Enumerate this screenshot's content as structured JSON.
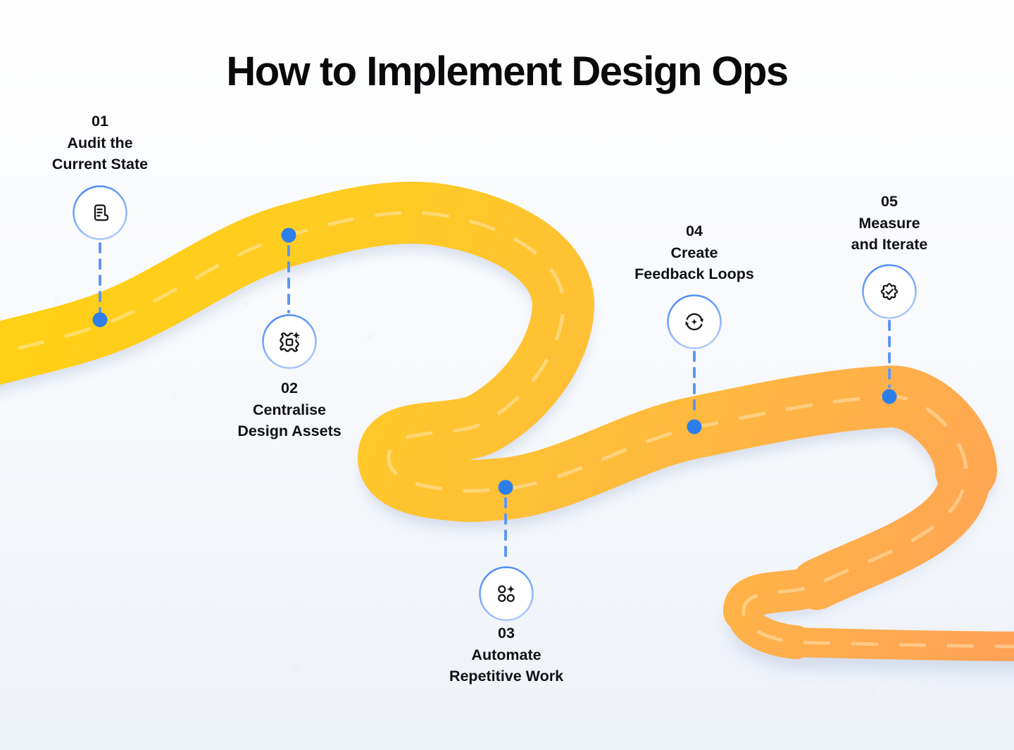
{
  "title": "How to Implement Design Ops",
  "steps": [
    {
      "number": "01",
      "label_lines": [
        "Audit the",
        "Current State"
      ],
      "icon": "document-audit-icon"
    },
    {
      "number": "02",
      "label_lines": [
        "Centralise",
        "Design Assets"
      ],
      "icon": "stamp-frame-sparkle-icon"
    },
    {
      "number": "03",
      "label_lines": [
        "Automate",
        "Repetitive Work"
      ],
      "icon": "circles-sparkle-icon"
    },
    {
      "number": "04",
      "label_lines": [
        "Create",
        "Feedback Loops"
      ],
      "icon": "sync-loop-sparkle-icon"
    },
    {
      "number": "05",
      "label_lines": [
        "Measure",
        "and Iterate"
      ],
      "icon": "badge-check-icon"
    }
  ],
  "colors": {
    "title_text": "#0A0A0C",
    "label_text": "#101114",
    "road_start": "#FFD210",
    "road_mid1": "#FFCA26",
    "road_mid2": "#FFBC3C",
    "road_mid3": "#FFAE4C",
    "road_end": "#FF9F58",
    "dash_start": "#FFE061",
    "dash_mid": "#FFD678",
    "dash_end": "#FFC389",
    "connector_blue": "#5E97EF",
    "dot_blue": "#2E7EEA",
    "ring_start": "#3F83F6",
    "ring_end": "#A9C7FB",
    "icon_stroke": "#141519",
    "road_shadow": "#8FA3C8"
  }
}
